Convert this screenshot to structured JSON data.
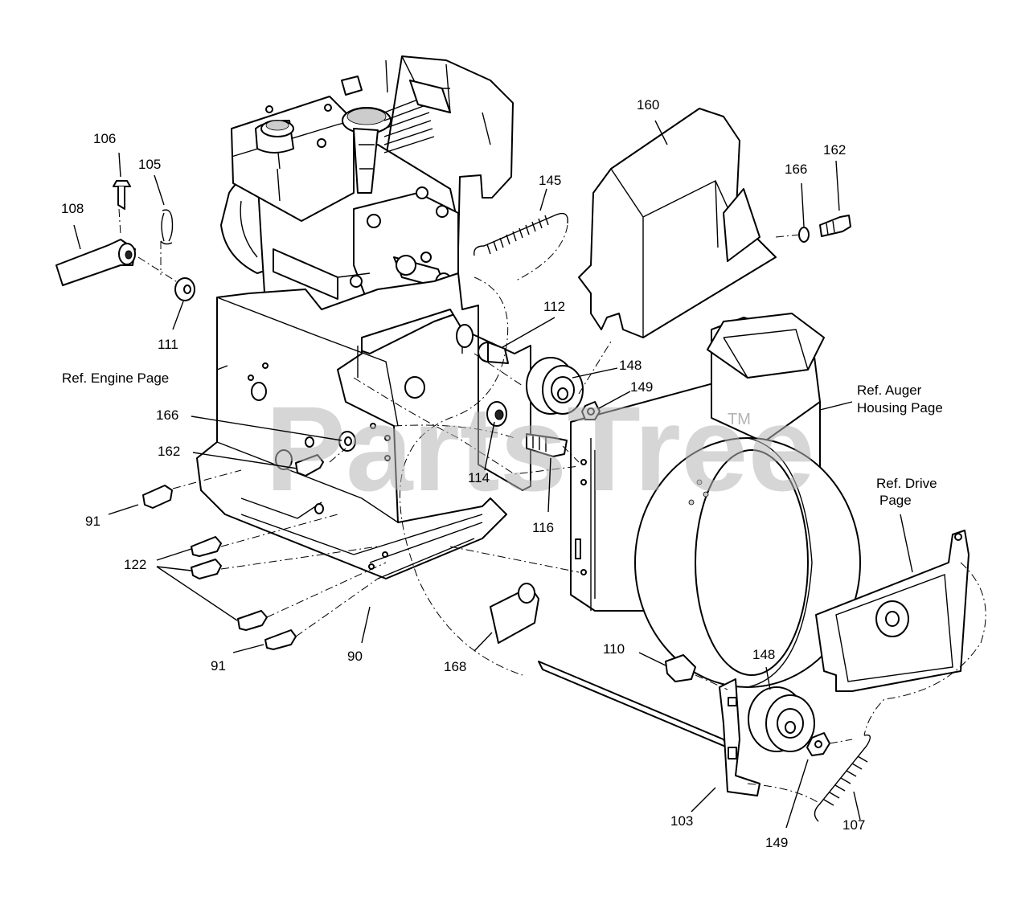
{
  "watermark": {
    "text": "PartsTree",
    "trademark": "TM"
  },
  "callouts": [
    {
      "id": "c106",
      "text": "106"
    },
    {
      "id": "c105",
      "text": "105"
    },
    {
      "id": "c108",
      "text": "108"
    },
    {
      "id": "c111",
      "text": "111"
    },
    {
      "id": "c160",
      "text": "160"
    },
    {
      "id": "c145",
      "text": "145"
    },
    {
      "id": "c166a",
      "text": "166"
    },
    {
      "id": "c162a",
      "text": "162"
    },
    {
      "id": "c112",
      "text": "112"
    },
    {
      "id": "c148a",
      "text": "148"
    },
    {
      "id": "c149a",
      "text": "149"
    },
    {
      "id": "c166b",
      "text": "166"
    },
    {
      "id": "c162b",
      "text": "162"
    },
    {
      "id": "c91a",
      "text": "91"
    },
    {
      "id": "c114",
      "text": "114"
    },
    {
      "id": "c116",
      "text": "116"
    },
    {
      "id": "c122",
      "text": "122"
    },
    {
      "id": "c91b",
      "text": "91"
    },
    {
      "id": "c90",
      "text": "90"
    },
    {
      "id": "c168",
      "text": "168"
    },
    {
      "id": "c110",
      "text": "110"
    },
    {
      "id": "c148b",
      "text": "148"
    },
    {
      "id": "c103",
      "text": "103"
    },
    {
      "id": "c149b",
      "text": "149"
    },
    {
      "id": "c107",
      "text": "107"
    }
  ],
  "references": {
    "engine": "Ref. Engine Page",
    "auger_line1": "Ref. Auger",
    "auger_line2": "Housing Page",
    "drive_line1": "Ref. Drive",
    "drive_line2": "Page"
  }
}
